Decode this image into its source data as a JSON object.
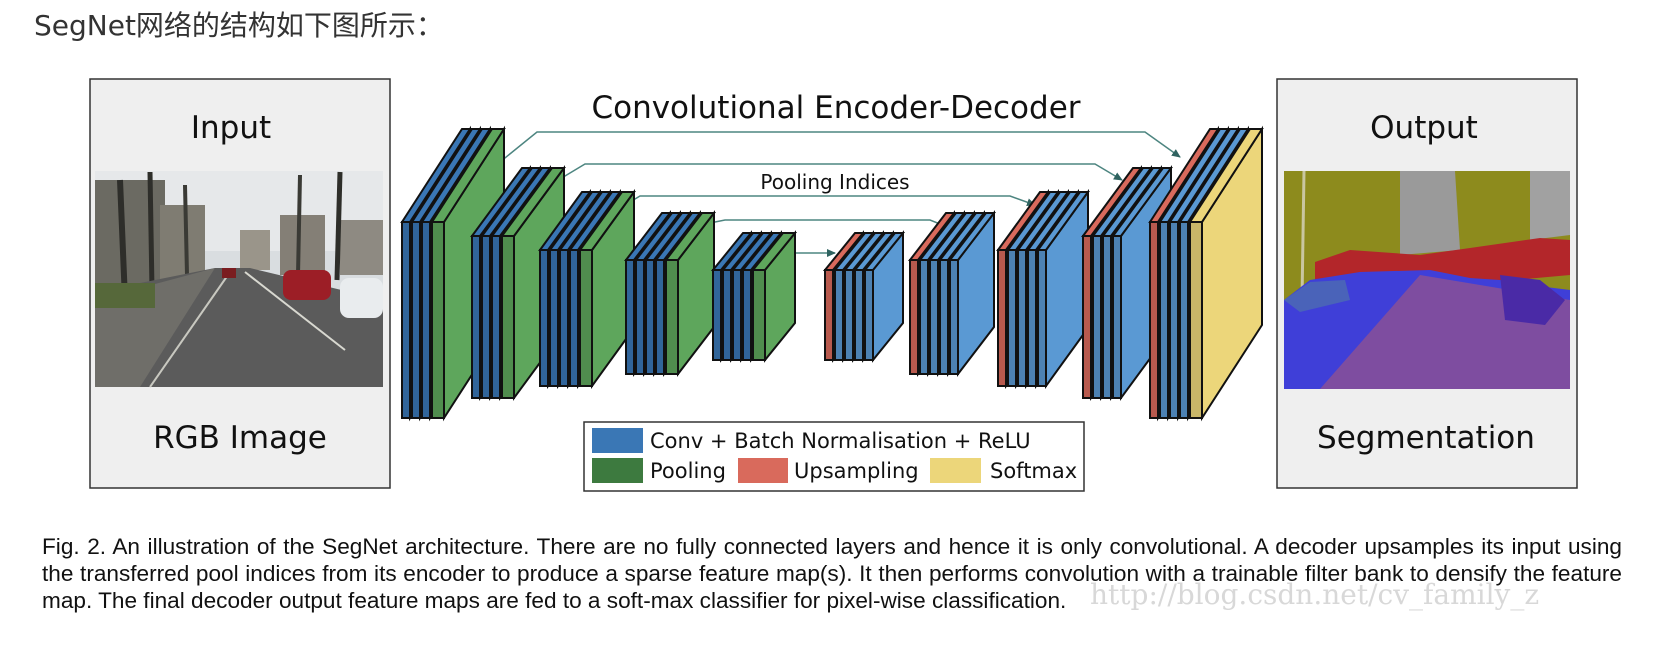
{
  "intro_text": "SegNet网络的结构如下图所示：",
  "figure": {
    "title": "Convolutional Encoder-Decoder",
    "pooling_indices_label": "Pooling Indices",
    "input": {
      "title": "Input",
      "caption": "RGB Image"
    },
    "output": {
      "title": "Output",
      "caption": "Segmentation"
    },
    "legend": {
      "conv": "Conv + Batch Normalisation + ReLU",
      "pooling": "Pooling",
      "upsampling": "Upsampling",
      "softmax": "Softmax"
    },
    "colors": {
      "conv": "#3a77b5",
      "pooling": "#5ea65c",
      "upsampling": "#d96a5c",
      "softmax": "#ecd67a",
      "conv_decoder": "#5a99d3"
    }
  },
  "caption": "Fig. 2. An illustration of the SegNet architecture. There are no fully connected layers and hence it is only convolutional. A decoder upsamples its input using the transferred pool indices from its encoder to produce a sparse feature map(s). It then performs convolution with a trainable filter bank to densify the feature map. The final decoder output feature maps are fed to a soft-max classifier for pixel-wise classification.",
  "watermark": "http://blog.csdn.net/cv_family_z"
}
